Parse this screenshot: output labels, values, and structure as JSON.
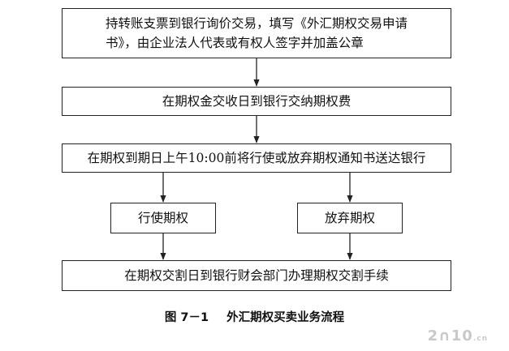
{
  "steps": {
    "s1_line1": "持转账支票到银行询价交易，填写《外汇期权交易申请",
    "s1_line2": "书》，由企业法人代表或有权人签字并加盖公章",
    "s2": "在期权金交收日到银行交纳期权费",
    "s3": "在期权到期日上午10:00前将行使或放弃期权通知书送达银行",
    "s4a": "行使期权",
    "s4b": "放弃期权",
    "s5": "在期权交割日到银行财会部门办理期权交割手续"
  },
  "caption": {
    "number": "图 7－1",
    "title": "外汇期权买卖业务流程"
  },
  "watermark": {
    "text": "2∩10",
    "suffix": ".cn"
  }
}
